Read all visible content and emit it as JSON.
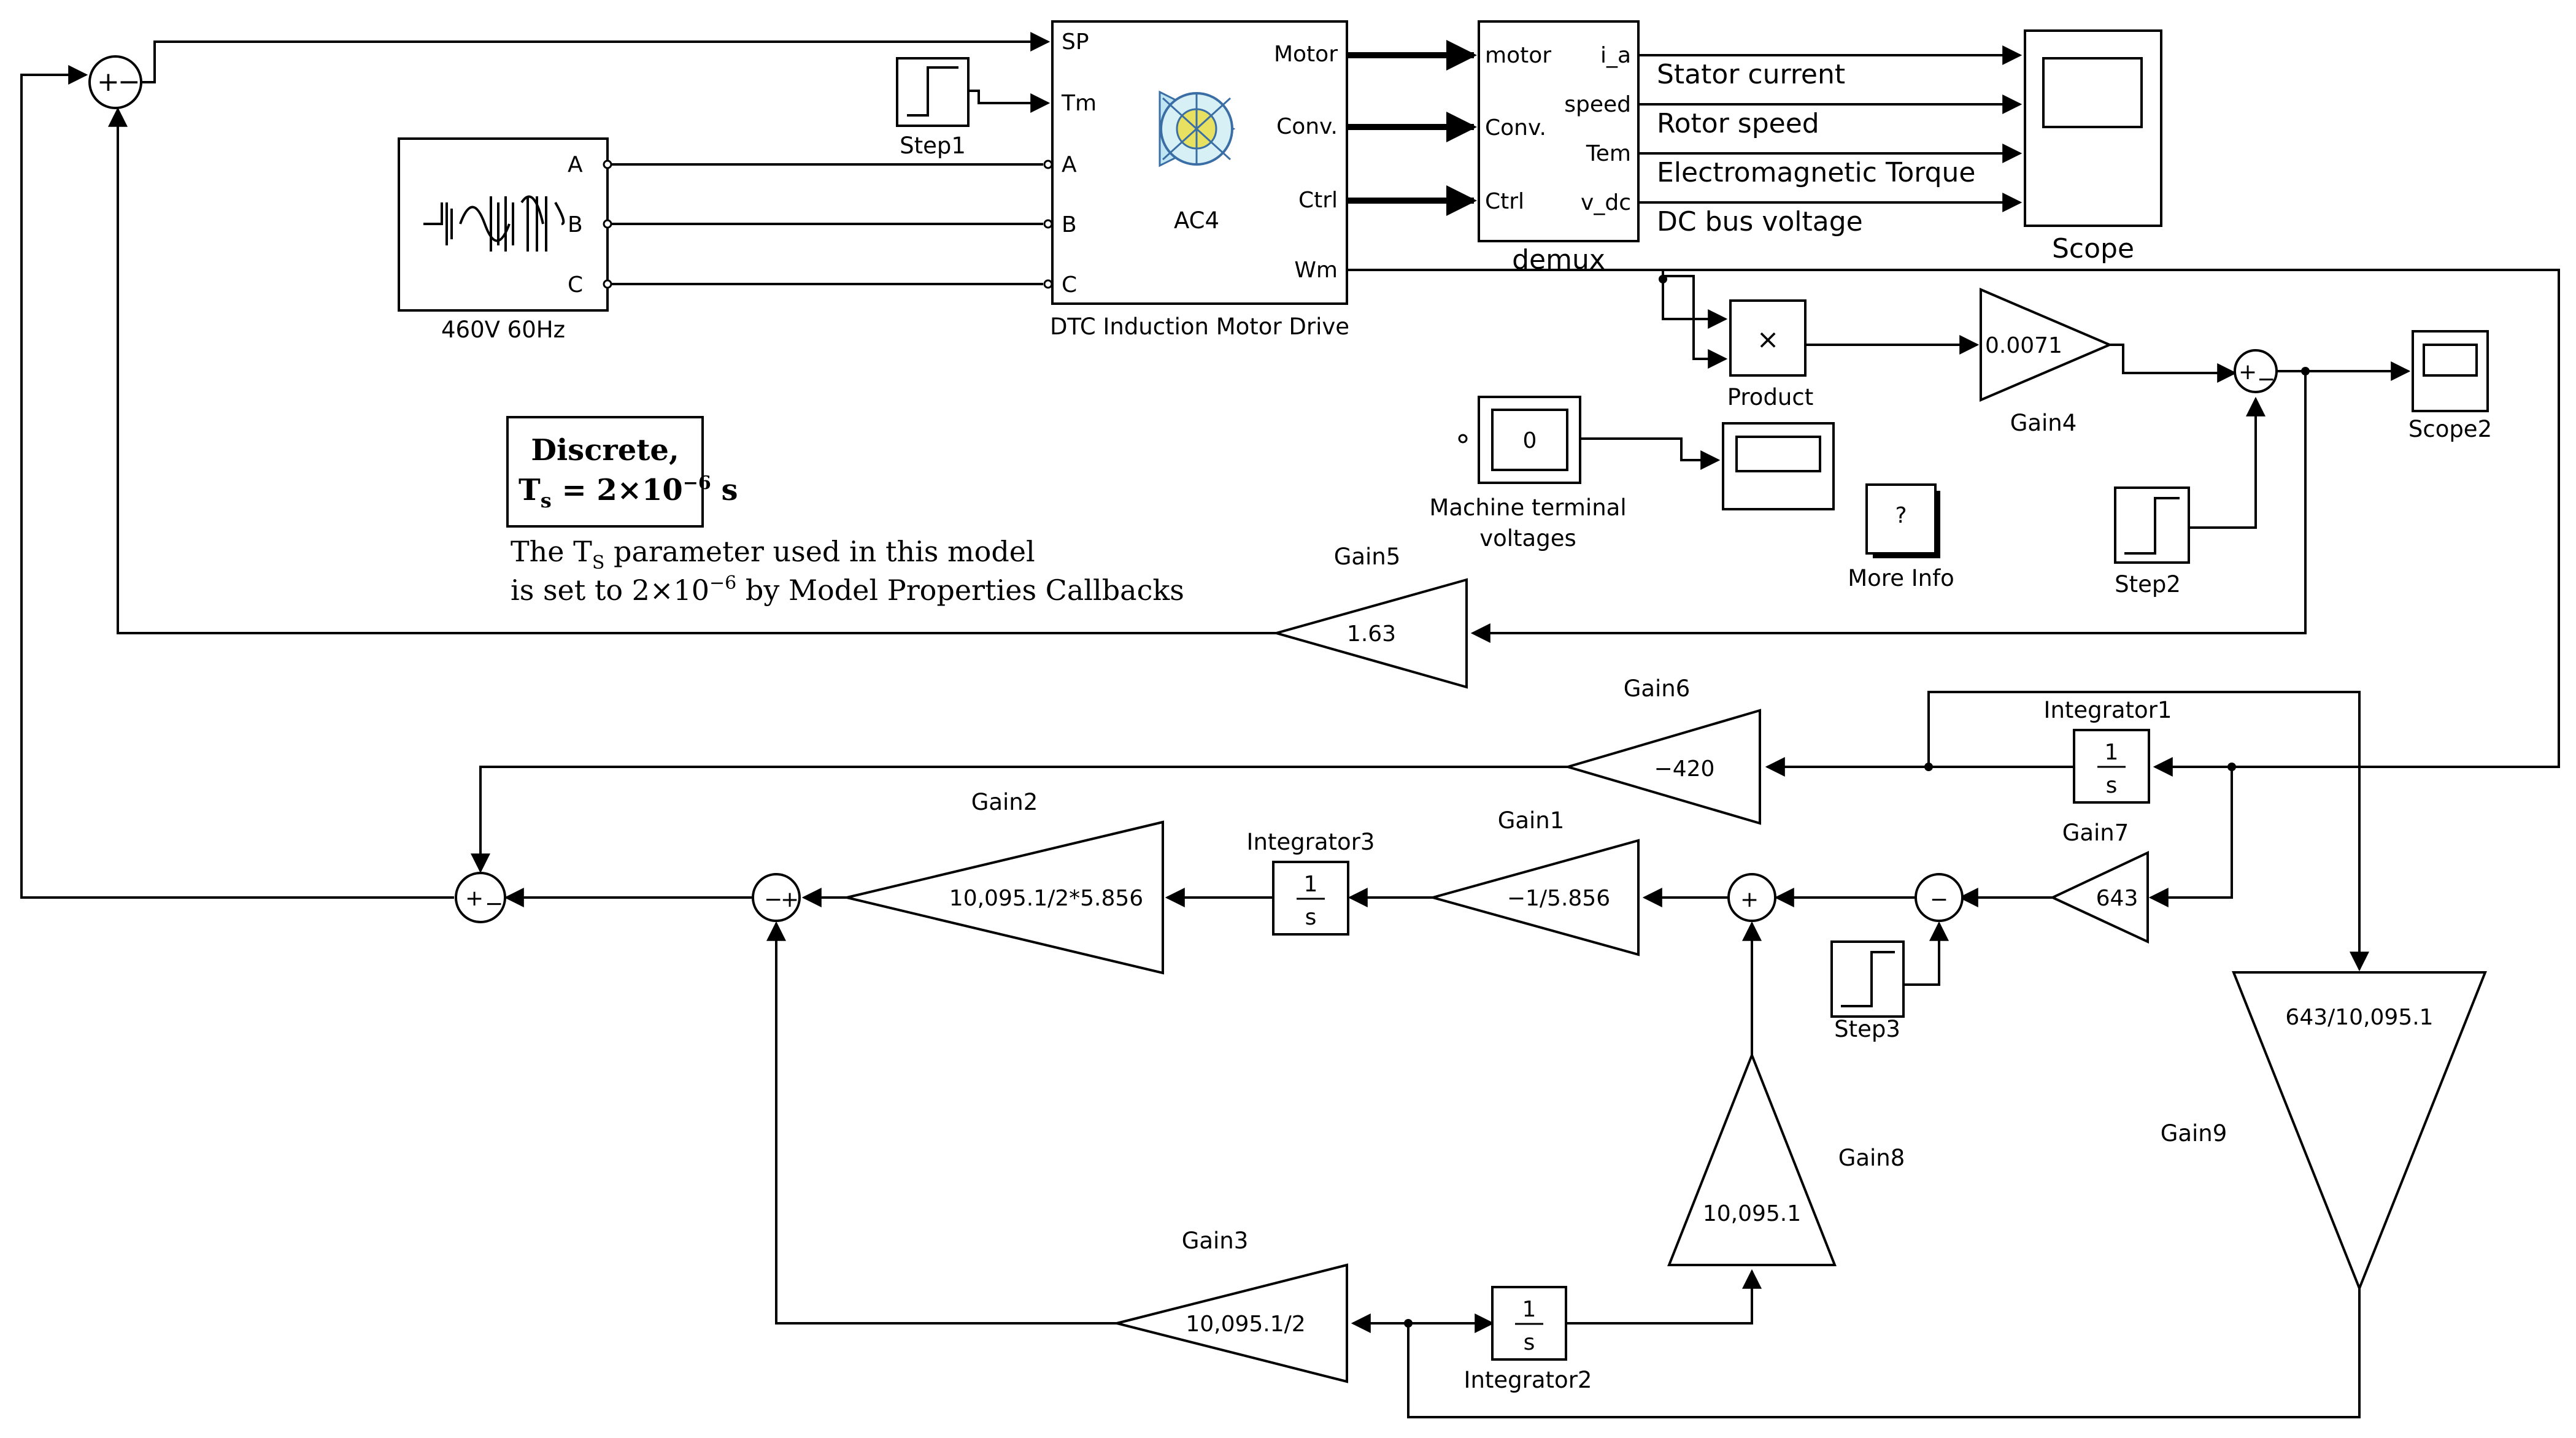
{
  "blocks": {
    "source": {
      "label": "460V 60Hz",
      "ports": [
        "A",
        "B",
        "C"
      ]
    },
    "dtc": {
      "label": "DTC Induction Motor Drive",
      "inner": "AC4",
      "in_ports": [
        "SP",
        "Tm",
        "A",
        "B",
        "C"
      ],
      "out_ports": [
        "Motor",
        "Conv.",
        "Ctrl",
        "Wm"
      ]
    },
    "step1": {
      "label": "Step1"
    },
    "demux": {
      "label": "demux",
      "in_ports": [
        "motor",
        "Conv.",
        "Ctrl"
      ],
      "out_ports": [
        "i_a",
        "speed",
        "Tem",
        "v_dc"
      ]
    },
    "scope": {
      "label": "Scope"
    },
    "scope2": {
      "label": "Scope2"
    },
    "product": {
      "label": "Product",
      "symbol": "×"
    },
    "gain4": {
      "label": "Gain4",
      "value": "0.0071"
    },
    "gain5": {
      "label": "Gain5",
      "value": "1.63"
    },
    "gain6": {
      "label": "Gain6",
      "value": "−420"
    },
    "gain7": {
      "label": "Gain7",
      "value": "643"
    },
    "gain1": {
      "label": "Gain1",
      "value": "−1/5.856"
    },
    "gain2": {
      "label": "Gain2",
      "value": "10,095.1/2*5.856"
    },
    "gain3": {
      "label": "Gain3",
      "value": "10,095.1/2"
    },
    "gain8": {
      "label": "Gain8",
      "value": "10,095.1"
    },
    "gain9": {
      "label": "Gain9",
      "value": "643/10,095.1"
    },
    "integrator1": {
      "label": "Integrator1",
      "num": "1",
      "den": "s"
    },
    "integrator2": {
      "label": "Integrator2",
      "num": "1",
      "den": "s"
    },
    "integrator3": {
      "label": "Integrator3",
      "num": "1",
      "den": "s"
    },
    "step2": {
      "label": "Step2"
    },
    "step3": {
      "label": "Step3"
    },
    "mtv": {
      "label_line1": "Machine terminal",
      "label_line2": "voltages",
      "display": "0"
    },
    "more_info": {
      "label": "More Info",
      "symbol": "?"
    }
  },
  "signals": [
    "Stator current",
    "Rotor speed",
    "Electromagnetic Torque",
    "DC bus voltage"
  ],
  "note": {
    "title": "Discrete,",
    "ts_prefix": "T",
    "ts_sub": "s",
    "ts_value": " = 2×10",
    "ts_exp": "−6",
    "ts_unit": " s",
    "line1_a": "The T",
    "line1_sub": "S",
    "line1_b": " parameter used in this model",
    "line2_a": "is set to 2×10",
    "line2_exp": "−6",
    "line2_b": " by Model Properties Callbacks"
  },
  "sum_signs": {
    "plus": "+",
    "minus": "−"
  }
}
